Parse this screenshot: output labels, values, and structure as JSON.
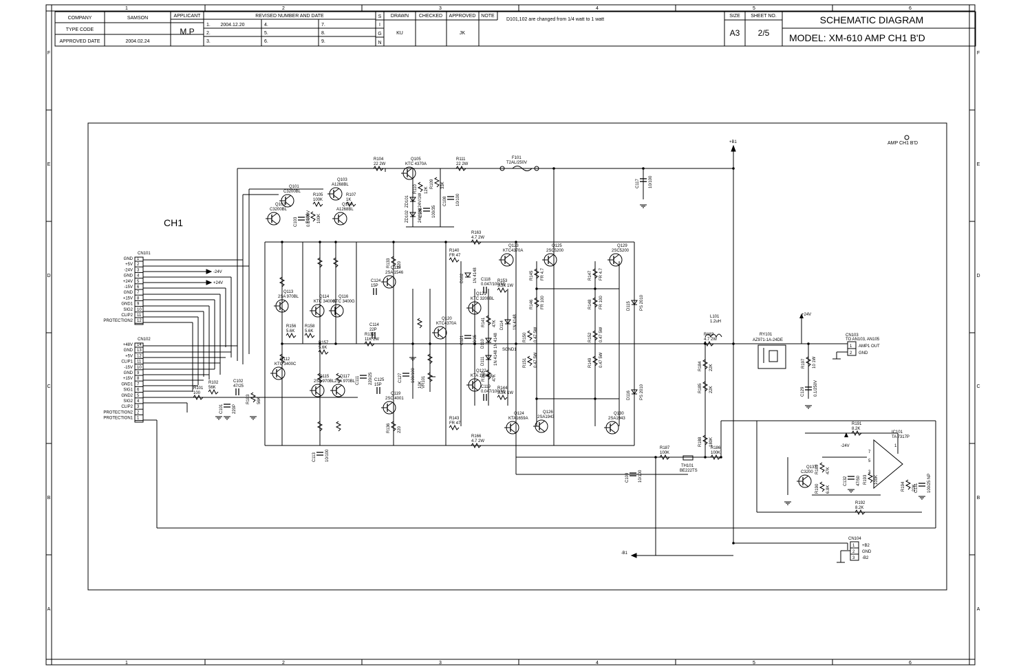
{
  "grid": {
    "columns": [
      "1",
      "2",
      "3",
      "4",
      "5",
      "6"
    ],
    "rows": [
      "F",
      "E",
      "D",
      "C",
      "B",
      "A"
    ]
  },
  "title_block": {
    "company_label": "COMPANY",
    "company_value": "SAMSON",
    "type_code_label": "TYPE CODE",
    "approved_date_label": "APPROVED DATE",
    "approved_date_value": "2004.02.24",
    "applicant_label": "APPLICANT",
    "applicant_value": "M.P",
    "revised_label": "REVISED NUMBER AND DATE",
    "revisions": [
      "1.",
      "2.",
      "3.",
      "4.",
      "5.",
      "6.",
      "7.",
      "8.",
      "9."
    ],
    "revision_1_date": "2004.12.20",
    "sign_letters": [
      "S",
      "I",
      "G",
      "N"
    ],
    "drawn_label": "DRAWN",
    "drawn_value": "KU",
    "checked_label": "CHECKED",
    "approved_label": "APPROVED",
    "approved_value": "JK",
    "note_label": "NOTE",
    "note_text": "D101,102 are changed from 1/4 watt to 1 watt",
    "size_label": "SIZE",
    "size_value": "A3",
    "sheet_no_label": "SHEET NO.",
    "sheet_no_value": "2/5",
    "diagram_title": "SCHEMATIC DIAGRAM",
    "model_text": "MODEL:  XM-610  AMP  CH1  B'D"
  },
  "schematic": {
    "board_name": "AMP CH1 B'D",
    "channel_label": "CH1",
    "cn101": {
      "ref": "CN101",
      "pins": [
        {
          "num": "1",
          "label": "GND"
        },
        {
          "num": "2",
          "label": "+5V"
        },
        {
          "num": "3",
          "label": "-24V"
        },
        {
          "num": "4",
          "label": "GND"
        },
        {
          "num": "5",
          "label": "+24V"
        },
        {
          "num": "6",
          "label": "-15V"
        },
        {
          "num": "7",
          "label": "GND"
        },
        {
          "num": "8",
          "label": "+15V"
        },
        {
          "num": "9",
          "label": "GND1"
        },
        {
          "num": "10",
          "label": "SIG2"
        },
        {
          "num": "11",
          "label": "CLIP2"
        },
        {
          "num": "12",
          "label": "PROTECTION2"
        }
      ]
    },
    "cn102": {
      "ref": "CN102",
      "pins": [
        {
          "num": "14",
          "label": "+48V"
        },
        {
          "num": "13",
          "label": "GND"
        },
        {
          "num": "12",
          "label": "+5V"
        },
        {
          "num": "11",
          "label": "CLIP1"
        },
        {
          "num": "10",
          "label": "-15V"
        },
        {
          "num": "9",
          "label": "GND"
        },
        {
          "num": "8",
          "label": "+15V"
        },
        {
          "num": "7",
          "label": "GND1"
        },
        {
          "num": "6",
          "label": "SIG1"
        },
        {
          "num": "5",
          "label": "GND2"
        },
        {
          "num": "4",
          "label": "SIG2"
        },
        {
          "num": "3",
          "label": "CLIP2"
        },
        {
          "num": "2",
          "label": "PROTECTION2"
        },
        {
          "num": "1",
          "label": "PROTECTION1"
        }
      ]
    },
    "cn103": {
      "ref": "CN103",
      "sub": "TO AN103, AN105",
      "pins": [
        {
          "num": "1",
          "label": "AMP1 OUT"
        },
        {
          "num": "2",
          "label": "GND"
        }
      ]
    },
    "cn104": {
      "ref": "CN104",
      "pins": [
        {
          "num": "1",
          "label": "+B2"
        },
        {
          "num": "2",
          "label": "GND"
        },
        {
          "num": "3",
          "label": "-B2"
        }
      ]
    },
    "rails": {
      "pos_b": "+B1",
      "neg_b": "-B1",
      "m24": "-24V",
      "p24": "+24V",
      "p24_right": "+24V",
      "m24_ic": "-24V"
    },
    "parts": {
      "r104": "R104",
      "r104v": "22 2W",
      "q105": "Q105",
      "q105v": "KTC 4370A",
      "r111": "R111",
      "r111v": "22 2W",
      "f101": "F101",
      "f101v": "T2AL/250V",
      "c117": "C117",
      "c117v": "10/100",
      "q101": "Q101",
      "q101v": "C3200BL",
      "q103": "Q103",
      "q103v": "A1268BL",
      "q102": "Q102",
      "q102v": "C3200BL",
      "q104": "Q104",
      "q104v": "A1268BL",
      "r105": "R105",
      "r105v": "100K",
      "r107": "R107",
      "r107v": "1K",
      "r106": "R106",
      "r106v": "100K",
      "c103": "C103",
      "c103v": "0.1/100V",
      "r110": "R110",
      "r110v": "12K",
      "r109": "R109",
      "r109v": "33K",
      "c108": "C108",
      "c108v": "10/100",
      "zd101": "ZD101",
      "zd101v": "24V/1W",
      "zd102": "ZD102",
      "zd102v": "24V/1W",
      "c106": "C106",
      "c106v": "100/35",
      "r163": "R163",
      "r163v": "4.7 2W",
      "r140": "R140",
      "r140v": "FR 47",
      "q123": "Q123",
      "q123v": "KTC4370A",
      "q125": "Q125",
      "q125v": "2SC5200",
      "q129": "Q129",
      "q129v": "2SC5200",
      "d102": "D102",
      "d102v": "1N 4148",
      "c118": "C118",
      "c118v": "0.047/100(M)",
      "r153": "R153",
      "r153v": "3.3K 1W",
      "r145": "R145",
      "r145v": "FR 4.7",
      "r146": "R146",
      "r146v": "FR 100",
      "r147": "R147",
      "r147v": "FR 4.7",
      "r148": "R148",
      "r148v": "FR 100",
      "d115": "D115",
      "d115v": "PS 2010",
      "q114": "Q114",
      "q114v": "KTC 3400G",
      "q116": "Q116",
      "q116v": "KTC 3400G",
      "q118": "Q118",
      "q118v": "2SA 1546",
      "c124": "C124",
      "c124v": "15P",
      "r133": "R133",
      "r133v": "220",
      "c114": "C114",
      "c114v": "22P",
      "r132": "R132",
      "r132v": "11K 1W",
      "q121": "Q121",
      "q121v": "KTC 3200BL",
      "q120": "Q120",
      "q120v": "KTC4370A",
      "c121": "C121",
      "c121v": "10/35",
      "r141": "R141",
      "r141v": "47K",
      "d110": "D110",
      "d110v": "1N 4148",
      "d111": "D111",
      "d111v": "1N 4148",
      "d114": "D114",
      "d114v": "1N 4148",
      "sgnd1": "SGND1",
      "r150": "R150",
      "r150v": "0.47 5W",
      "r151": "R151",
      "r151v": "0.47 5W",
      "r152": "R152",
      "r152v": "0.47 5W",
      "r149": "R149",
      "r149v": "0.47 5W",
      "l101": "L101",
      "l101v": "1.2uH",
      "r183": "R183",
      "r183v": "4.7 2W",
      "ry101": "RY101",
      "ry101v": "AZ971-1A-24DE",
      "r184": "R184",
      "r184v": "22K",
      "r185": "R185",
      "r185v": "22K",
      "r197": "R197",
      "r197v": "10 1W",
      "c129": "C129",
      "c129v": "0.1/250V",
      "q112": "Q112",
      "q112v": "KTC 3400C",
      "q113": "Q113",
      "q113v": "2SA 970BL",
      "q115": "Q115",
      "q115v": "2SA 970BL",
      "q117": "Q117",
      "q117v": "2SA 970BL",
      "q119": "Q119",
      "q119v": "2SC 4001",
      "r156": "R156",
      "r156v": "5.6K",
      "r158": "R158",
      "r158v": "5.6K",
      "r157": "R157",
      "r157v": "5.6K",
      "c125": "C125",
      "c125v": "15P",
      "r136": "R136",
      "r136v": "220",
      "c111": "C111",
      "c111v": "220/25",
      "vr101": "VR101",
      "vr101v": "10K",
      "c127": "C127",
      "c127v": "100/100",
      "q122": "Q122",
      "q122v": "KTA 1268BL",
      "r142": "R142",
      "r142v": "47K",
      "r143": "R143",
      "r143v": "FR 47",
      "r144": "R144",
      "r144v": "3.3K 1W",
      "c119": "C119",
      "c119v": "0.047/100(M)",
      "q124": "Q124",
      "q124v": "KTA1659A",
      "q126": "Q126",
      "q126v": "2SA1943",
      "q130": "Q130",
      "q130v": "2SA1943",
      "r166": "R166",
      "r166v": "4.7 2W",
      "d116": "D116",
      "d116v": "PS 2010",
      "r102": "R102",
      "r102v": "56K",
      "c102": "C102",
      "c102v": "47/25",
      "r101": "R101",
      "r101v": "100",
      "c101": "C101",
      "c101v": "220P",
      "r103": "R103",
      "r103v": "56K",
      "c113": "C113",
      "c113v": "10/100",
      "r187": "R187",
      "r187v": "100K",
      "th101": "TH101",
      "th101v": "BE222TS",
      "r188": "R188",
      "r188v": "180K",
      "r186": "R186",
      "r186v": "100K",
      "c109": "C109",
      "c109v": "10/100",
      "ic101": "IC101",
      "ic101v": "TA 7317P",
      "r191": "R191",
      "r191v": "8.2K",
      "r189": "R189",
      "r189v": "47K",
      "r190": "R190",
      "r190v": "6.8K",
      "q137": "Q137",
      "q137v": "C3200",
      "c132": "C132",
      "c132v": "47/50",
      "r193": "R193",
      "r193v": "100K",
      "c131": "C131",
      "c131v": "100/25 NP",
      "r194": "R194",
      "r194v": "22K",
      "r192": "R192",
      "r192v": "8.2K",
      "ic_pin7": "7",
      "ic_pin5": "5",
      "ic_pin3": "3",
      "ic_pin1": "1"
    }
  }
}
